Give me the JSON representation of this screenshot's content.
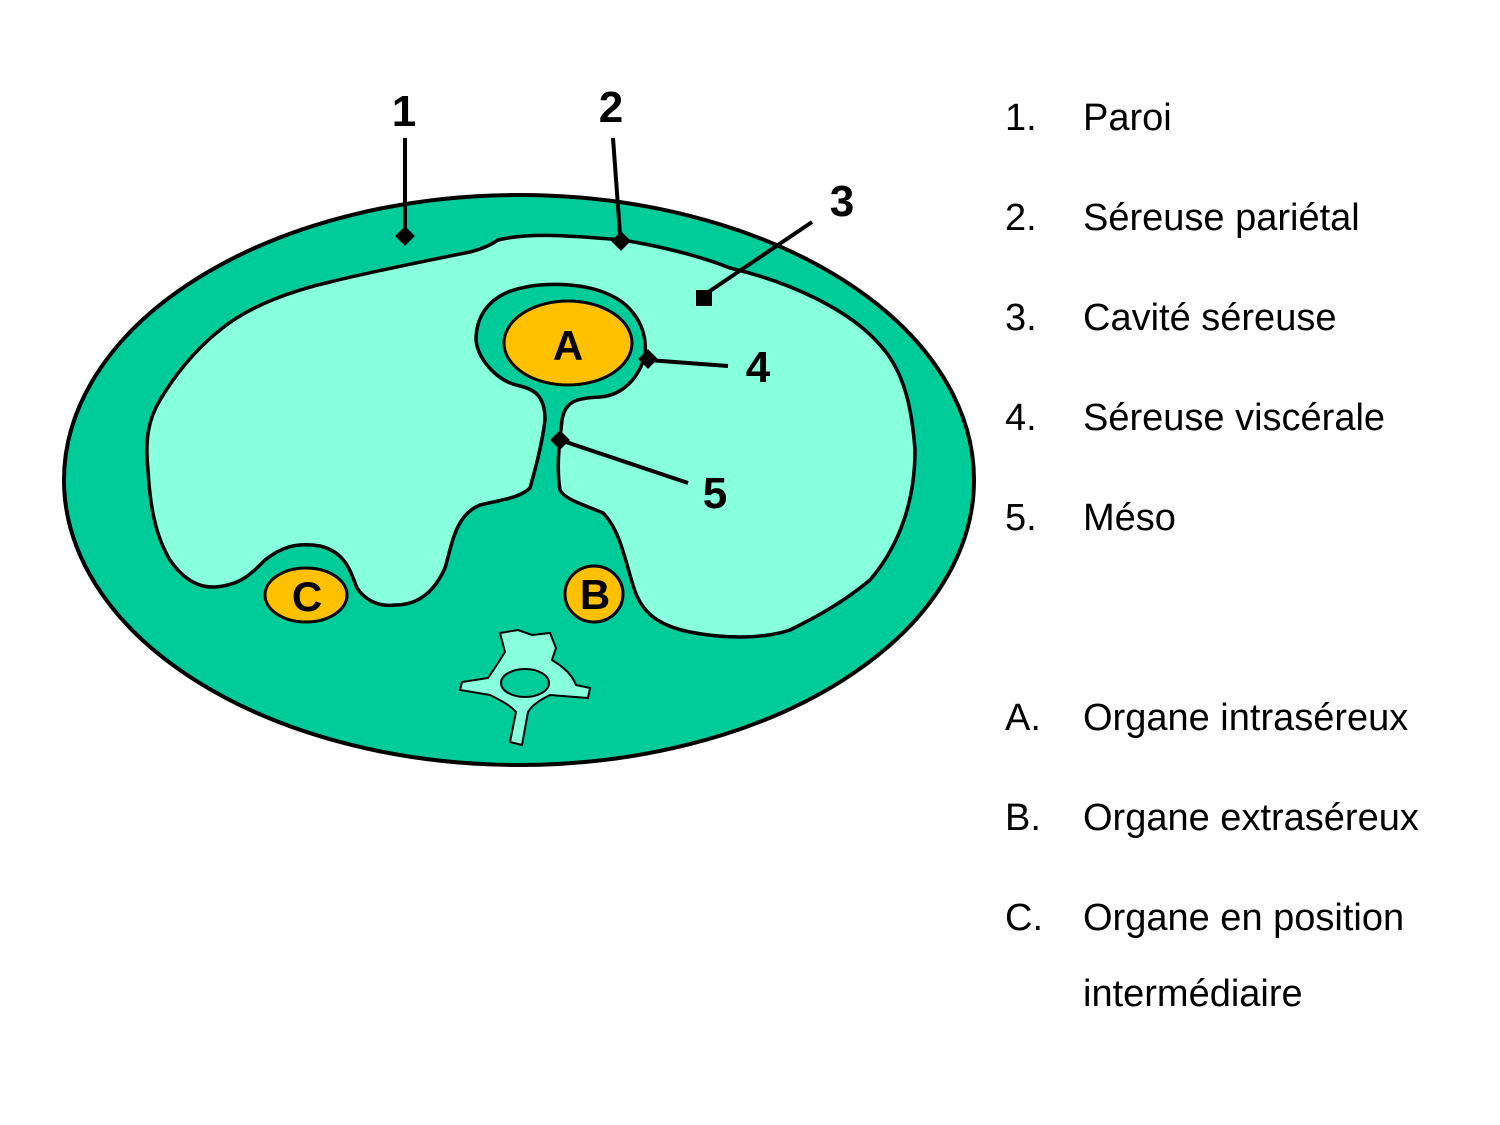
{
  "colors": {
    "wall": "#00CC99",
    "cavity": "#88FFDD",
    "organ": "#FFC000",
    "outline": "#000000"
  },
  "callouts": [
    "1",
    "2",
    "3",
    "4",
    "5"
  ],
  "organs": {
    "a": "A",
    "b": "B",
    "c": "C"
  },
  "legend": {
    "numbered": [
      {
        "marker": "1.",
        "text": "Paroi"
      },
      {
        "marker": "2.",
        "text": "Séreuse pariétal"
      },
      {
        "marker": "3.",
        "text": "Cavité séreuse"
      },
      {
        "marker": "4.",
        "text": "Séreuse viscérale"
      },
      {
        "marker": "5.",
        "text": "Méso"
      }
    ],
    "lettered": [
      {
        "marker": "A.",
        "text": "Organe intraséreux"
      },
      {
        "marker": "B.",
        "text": "Organe extraséreux"
      },
      {
        "marker": "C.",
        "text": "Organe en position",
        "text2": "intermédiaire"
      }
    ]
  }
}
